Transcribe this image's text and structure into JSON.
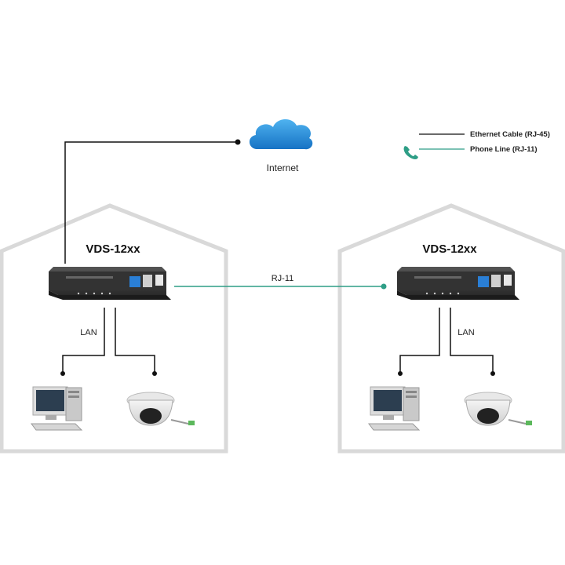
{
  "internet": {
    "label": "Internet"
  },
  "legend": [
    {
      "label": "Ethernet Cable (RJ-45)",
      "color": "#111111"
    },
    {
      "label": "Phone Line (RJ-11)",
      "color": "#2e9e86"
    }
  ],
  "left_site": {
    "device_label": "VDS-12xx",
    "lan_label": "LAN"
  },
  "right_site": {
    "device_label": "VDS-12xx",
    "lan_label": "LAN"
  },
  "link": {
    "label": "RJ-11",
    "color": "#2e9e86"
  },
  "colors": {
    "house": "#d9d9d9",
    "ethernet": "#111111",
    "cloud": "#1e88d8",
    "device": "#2b2b2b"
  }
}
